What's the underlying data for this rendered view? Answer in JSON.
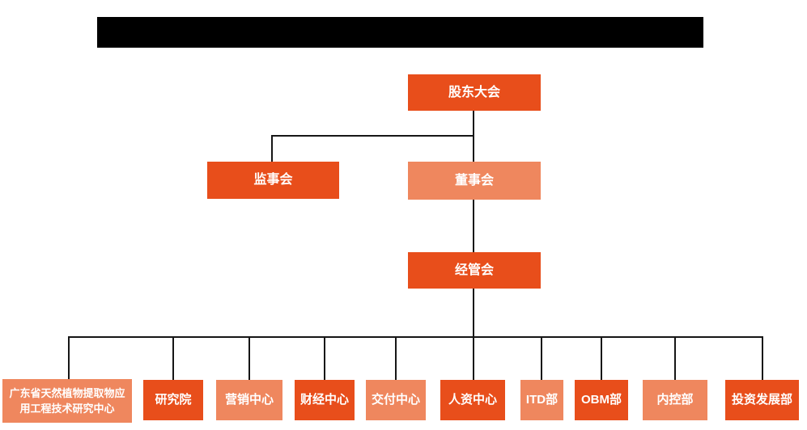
{
  "colors": {
    "primary": "#E84E1B",
    "secondary": "#EF875E",
    "line": "#161616",
    "redacted": "#000000",
    "text": "#FFFFFF"
  },
  "org": {
    "title_redacted": true,
    "nodes": {
      "shareholders": {
        "label": "股东大会"
      },
      "supervisory": {
        "label": "监事会"
      },
      "board": {
        "label": "董事会"
      },
      "management": {
        "label": "经管会"
      },
      "research_center": {
        "label": "广东省天然植物提取物应用工程技术研究中心"
      },
      "institute": {
        "label": "研究院"
      },
      "marketing": {
        "label": "营销中心"
      },
      "finance": {
        "label": "财经中心"
      },
      "delivery": {
        "label": "交付中心"
      },
      "hr": {
        "label": "人资中心"
      },
      "itd": {
        "label": "ITD部"
      },
      "obm": {
        "label": "OBM部"
      },
      "internal_control": {
        "label": "内控部"
      },
      "investment": {
        "label": "投资发展部"
      }
    },
    "hierarchy": {
      "root": "股东大会",
      "children_of_root": [
        "监事会",
        "董事会"
      ],
      "child_of_board": "经管会",
      "children_of_management": [
        "广东省天然植物提取物应用工程技术研究中心",
        "研究院",
        "营销中心",
        "财经中心",
        "交付中心",
        "人资中心",
        "ITD部",
        "OBM部",
        "内控部",
        "投资发展部"
      ]
    }
  }
}
